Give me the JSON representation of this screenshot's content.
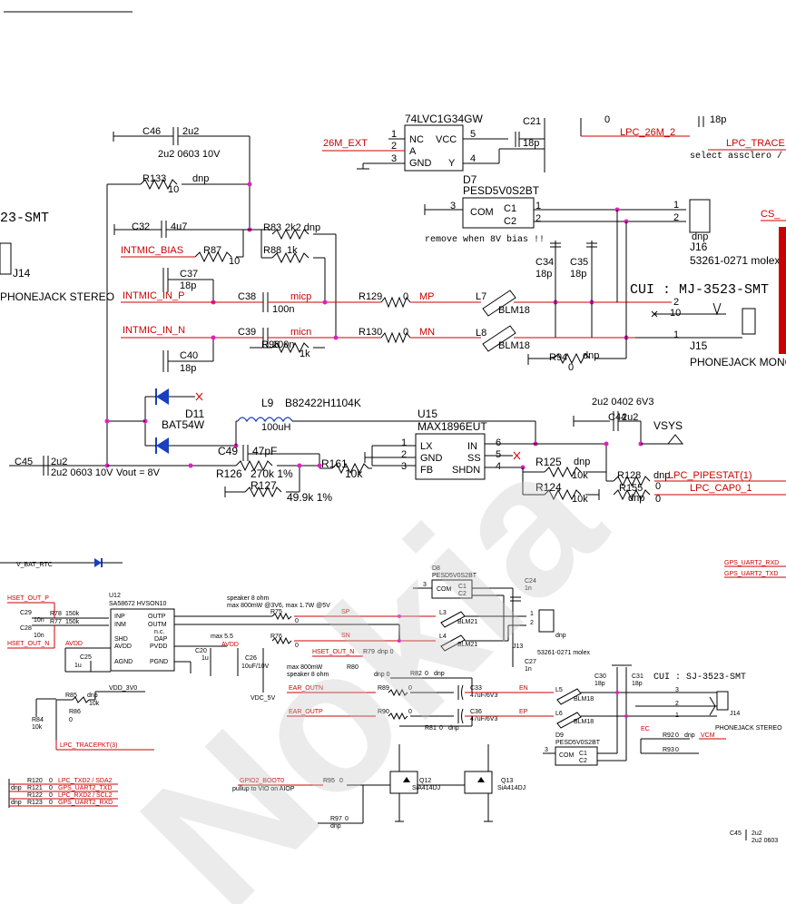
{
  "top": {
    "u_ic": "74LVC1G34GW",
    "c21": "C21",
    "sig_26m_ext": "26M_EXT",
    "nc": "NC",
    "vcc": "VCC",
    "a": "A",
    "gnd": "GND",
    "y": "Y",
    "p1": "1",
    "p2": "2",
    "p3": "3",
    "p4": "4",
    "p5": "5",
    "c21_val": "18p",
    "lpc_26m_2": "LPC_26M_2",
    "lpc_trace": "LPC_TRACE",
    "select_acc": "select assclero /",
    "c46": "C46",
    "c46_val": "2u2",
    "c46_desc": "2u2 0603 10V",
    "r133": "R133",
    "r133_val": "10",
    "r133_dnp": "dnp",
    "d7": "D7",
    "d7_part": "PESD5V0S2BT",
    "com": "COM",
    "c1": "C1",
    "c2": "C2",
    "remove_note": "remove when 8V bias !!",
    "j16": "J16",
    "j16_part": "53261-0271 molex",
    "dnp": "dnp",
    "cs": "CS_",
    "smt_left": "23-SMT",
    "j14": "J14",
    "phonejack_stereo": "PHONEJACK STEREO",
    "c32": "C32",
    "c32_val": "4u7",
    "intmic_bias": "INTMIC_BIAS",
    "r87": "R87",
    "r87_val": "10",
    "r83": "R83",
    "r83_val": "2k2 dnp",
    "r88": "R88",
    "r88_val": "1k",
    "c37": "C37",
    "c37_val": "18p",
    "c34": "C34",
    "c34_val": "18p",
    "c35": "C35",
    "c35_val": "18p",
    "cui_right": "CUI : MJ-3523-SMT",
    "intmic_in_p": "INTMIC_IN_P",
    "c38": "C38",
    "c38_val": "100n",
    "micp": "micp",
    "r129": "R129",
    "r129_val": "0",
    "mp": "MP",
    "l7": "L7",
    "blm18a": "BLM18",
    "intmic_in_n": "INTMIC_IN_N",
    "c39": "C39",
    "c39_val": "100n",
    "micn": "micn",
    "r130": "R130",
    "r130_val": "0",
    "mn": "MN",
    "l8": "L8",
    "blm18b": "BLM18",
    "j15": "J15",
    "phonejack_mono": "PHONEJACK MONO",
    "c40": "C40",
    "c40_val": "18p",
    "r96": "R96",
    "r96_val": "1k",
    "r94": "R94",
    "r94_val": "0",
    "r94_dnp": "dnp",
    "d11": "D11",
    "d11_part": "BAT54W",
    "l9": "L9",
    "l9_part": "B82422H1104K",
    "l9_val": "100uH",
    "u15": "U15",
    "u15_part": "MAX1896EUT",
    "lx": "LX",
    "gnd2": "GND",
    "fb": "FB",
    "in": "IN",
    "ss": "SS",
    "shdn": "SHDN",
    "u15p1": "1",
    "u15p2": "2",
    "u15p3": "3",
    "u15p4": "4",
    "u15p5": "5",
    "u15p6": "6",
    "c44": "C44",
    "c44_val": "2u2",
    "c44_desc": "2u2 0402 6V3",
    "vsys": "VSYS",
    "c45": "C45",
    "c45_val": "2u2",
    "c45_desc": "2u2 0603 10V",
    "vout": "Vout = 8V",
    "c49": "C49",
    "c49_val": "47pF",
    "r126": "R126",
    "r126_val": "270k 1%",
    "r127": "R127",
    "r127_val": "49.9k 1%",
    "r161": "R161",
    "r161_val": "10k",
    "r125": "R125",
    "r125_val": "10k",
    "r125_dnp": "dnp",
    "r124": "R124",
    "r124_val": "10k",
    "r128": "R128",
    "r128_dnp": "dnp",
    "r128_val": "0",
    "r155": "R155",
    "r155_dnp": "dnp",
    "r155_val": "0",
    "lpc_pipestat": "LPC_PIPESTAT(1)",
    "lpc_cap0": "LPC_CAP0_1",
    "j16p1": "1",
    "j16p2": "2",
    "j15p2": "2",
    "j15p10": "10",
    "j15p1": "1"
  },
  "bottom": {
    "v_bat_rtc": "V_BAT_RTC",
    "gps_uart2_rxd_r": "GPS_UART2_RXD",
    "gps_uart2_txd_r": "GPS_UART2_TXD",
    "d8": "D8",
    "d8_part": "PESD5V0S2BT",
    "com": "COM",
    "c1": "C1",
    "c2": "C2",
    "c24": "C24",
    "c24_val": "1n",
    "hset_out_p": "HSET_OUT_P",
    "speaker_note": "speaker 8 ohm",
    "max_note": "max 800mW @3V6, max 1.7W @5V",
    "u12": "U12",
    "u12_part": "SA58672 HVSON10",
    "inp": "INP",
    "inm": "INM",
    "shd": "SHD",
    "avdd": "AVDD",
    "agnd": "AGND",
    "outp": "OUTP",
    "outm": "OUTM",
    "nc": "n.c.",
    "dap": "DAP",
    "pvdd": "PVDD",
    "pgnd": "PGND",
    "r78": "R78",
    "r78_val": "150k",
    "r77": "R77",
    "r77_val": "150k",
    "c29": "C29",
    "c29_val": "10n",
    "c28": "C28",
    "c28_val": "10n",
    "hset_out_n": "HSET_OUT_N",
    "avdd_lbl": "AVDD",
    "avdd_lbl2": "AVDD",
    "c25": "C25",
    "c25_val": "1u",
    "max55": "max 5.5",
    "c20": "C20",
    "c20_val": "1u",
    "c26": "C26",
    "c26_val": "10uF/10V",
    "r75": "R75",
    "r75_val": "0",
    "r76": "R76",
    "r76_val": "0",
    "sp": "SP",
    "sn": "SN",
    "l3": "L3",
    "l4": "L4",
    "blm21a": "BLM21",
    "blm21b": "BLM21",
    "j13": "J13",
    "j13_part": "53261-0271 molex",
    "dnp": "dnp",
    "c27": "C27",
    "c27_val": "1n",
    "hset_out_n2": "HSET_OUT_N",
    "r79": "R79",
    "r79_val": "dnp 0",
    "r80": "R80",
    "r80_val": "dnp 0",
    "speaker8": "speaker 8 ohm",
    "max800": "max 800mW",
    "vdd_3v0": "VDD_3V0",
    "r85": "R85",
    "r85_val": "10k",
    "r85_dnp": "dnp",
    "r86": "R86",
    "r86_val": "0",
    "r84": "R84",
    "r84_val": "10k",
    "vdc_5v": "VDC_5V",
    "r82": "R82",
    "r82_val": "0",
    "r82_dnp": "dnp",
    "ear_outn": "EAR_OUTN",
    "r89": "R89",
    "r89_val": "0",
    "c33": "C33",
    "c33_val": "47uF/6V3",
    "en": "EN",
    "ear_outp": "EAR_OUTP",
    "r90": "R90",
    "r90_val": "0",
    "c36": "C36",
    "c36_val": "47uF/6V3",
    "ep": "EP",
    "r81": "R81",
    "r81_val": "0",
    "r81_dnp": "dnp",
    "l5": "L5",
    "l6": "L6",
    "blm18a": "BLM18",
    "blm18b": "BLM18",
    "c30": "C30",
    "c30_val": "18p",
    "c31": "C31",
    "c31_val": "18p",
    "cui": "CUI : SJ-3523-SMT",
    "j14": "J14",
    "phonejack_stereo": "PHONEJACK STEREO",
    "d9": "D9",
    "d9_part": "PESD5V0S2BT",
    "ec": "EC",
    "r92": "R92",
    "r92_val": "0",
    "r92_dnp": "dnp",
    "vcm": "VCM",
    "r93": "R93",
    "r93_val": "0",
    "lpc_tracepkt": "LPC_TRACEPKT(3)",
    "r120": "R120",
    "lpc_txd2": "LPC_TXD2 / SDA2",
    "r121": "R121",
    "gps_uart2_txd": "GPS_UART2_TXD",
    "r122": "R122",
    "lpc_rxd2": "LPC_RXD2 / SCL2",
    "r123": "R123",
    "gps_uart2_rxd": "GPS_UART2_RXD",
    "zero": "0",
    "dnp_lbl": "dnp",
    "gpio2": "GPIO2_BOOT0",
    "r95": "R95",
    "r95_val": "0",
    "pullup": "pullup to VIO on AIOP",
    "q12": "Q12",
    "q12_part": "SiA414DJ",
    "q13": "Q13",
    "q13_part": "SiA414DJ",
    "r97": "R97",
    "r97_val": "0",
    "r97_dnp": "dnp",
    "c45": "C45",
    "c45_val": "2u2",
    "c45_desc": "2u2 0603"
  },
  "header_text": "",
  "watermark": "Nokia"
}
